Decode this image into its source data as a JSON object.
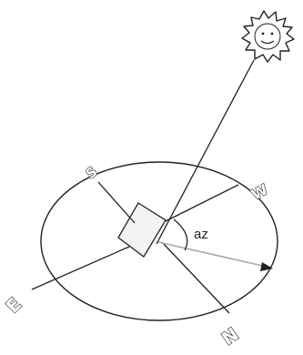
{
  "labels": {
    "south": "S",
    "west": "W",
    "east": "E",
    "north": "N",
    "azimuth": "az"
  },
  "colors": {
    "ink": "#222222",
    "background": "#ffffff"
  },
  "icons": {
    "sun": "sun-icon",
    "observer": "observer-square-icon"
  }
}
